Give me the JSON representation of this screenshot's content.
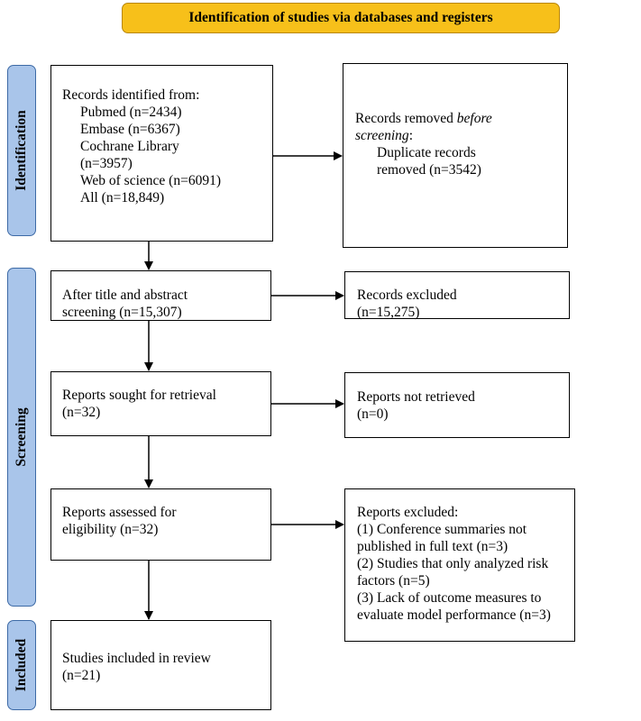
{
  "header": {
    "title": "Identification of studies via databases and registers"
  },
  "phases": {
    "identification": "Identification",
    "screening": "Screening",
    "included": "Included"
  },
  "identification": {
    "records_heading": "Records identified from:",
    "sources": [
      "Pubmed (n=2434)",
      "Embase (n=6367)",
      "Cochrane Library",
      "(n=3957)",
      "Web of science (n=6091)",
      "All (n=18,849)"
    ],
    "removed_heading_prefix": "Records removed ",
    "removed_heading_emph": "before",
    "removed_heading_line2": "screening",
    "removed_heading_colon": ":",
    "removed_items": [
      "Duplicate records",
      "removed  (n=3542)"
    ]
  },
  "screening": {
    "title_abstract": [
      "After title and abstract",
      "screening (n=15,307)"
    ],
    "excluded": [
      "Records excluded",
      "(n=15,275)"
    ],
    "sought": [
      "Reports sought for retrieval",
      "(n=32)"
    ],
    "not_retrieved": [
      "Reports not retrieved",
      "(n=0)"
    ],
    "assessed": [
      "Reports assessed for",
      "eligibility (n=32)"
    ],
    "reports_excluded": [
      "Reports excluded:",
      "(1) Conference summaries not",
      "published in full text (n=3)",
      "(2) Studies that only analyzed risk",
      "factors (n=5)",
      "(3) Lack of outcome measures to",
      "evaluate model performance (n=3)"
    ]
  },
  "included": {
    "studies": [
      "Studies included in review",
      "(n=21)"
    ]
  },
  "colors": {
    "header_fill": "#f7c01a",
    "phase_fill": "#a9c5ea",
    "phase_border": "#3d6aa6"
  }
}
